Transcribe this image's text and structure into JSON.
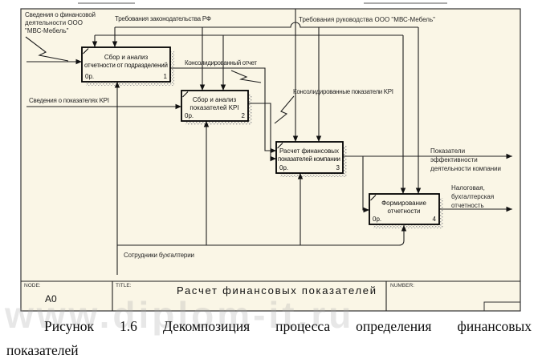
{
  "colors": {
    "background": "#faf6e6",
    "page": "#ffffff",
    "line": "#1f1f1f",
    "text": "#262626",
    "shadow": "#9c9c9c"
  },
  "watermark": "www.diplom-it.ru",
  "frame": {
    "node_label": "NODE:",
    "node_value": "A0",
    "title_label": "TITLE:",
    "title_value": "Расчет финансовых показателей",
    "number_label": "NUMBER:"
  },
  "boxes": [
    {
      "line1": "Сбор и анализ",
      "line2": "отчетности от подразделений",
      "cost": "0р.",
      "num": "1"
    },
    {
      "line1": "Сбор и анализ",
      "line2": "показателей KPI",
      "cost": "0р.",
      "num": "2"
    },
    {
      "line1": "Расчет финансовых",
      "line2": "показателей компании",
      "cost": "0р.",
      "num": "3"
    },
    {
      "line1": "Формирование",
      "line2": "отчетности",
      "cost": "0р.",
      "num": "4"
    }
  ],
  "arrows": {
    "input1": {
      "line1": "Сведения о финансовой",
      "line2": "деятельности ООО",
      "line3": "\"МВС-Мебель\""
    },
    "input2": {
      "label": "Сведения о показателях KPI"
    },
    "control1": {
      "label": "Требования законодательства РФ"
    },
    "control2": {
      "label": "Требования руководства ООО \"МВС-Мебель\""
    },
    "flow1": {
      "label": "Консолидированный отчет"
    },
    "flow2": {
      "label": "Консолидированные показатели KPI"
    },
    "output1": {
      "line1": "Показатели",
      "line2": "эффективности",
      "line3": "деятельности компании"
    },
    "output2": {
      "line1": "Налоговая,",
      "line2": "бухгалтерская",
      "line3": "отчетность"
    },
    "mechanism": {
      "label": "Сотрудники бухгалтерии"
    }
  },
  "caption": {
    "line1": "Рисунок 1.6 Декомпозиция процесса определения финансовых",
    "line2": "показателей"
  }
}
